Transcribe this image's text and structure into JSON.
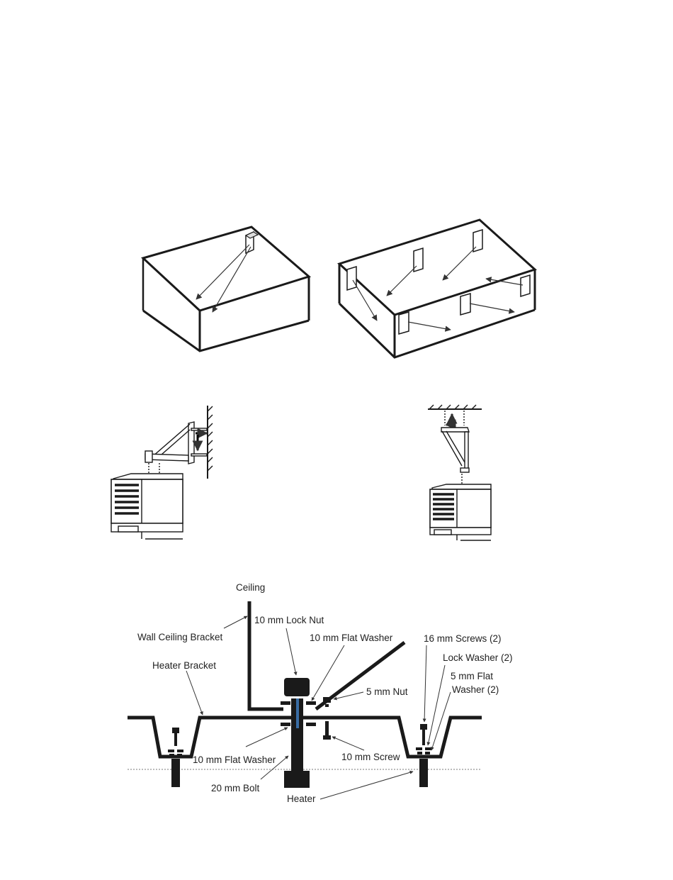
{
  "assembly_labels": {
    "ceiling": "Ceiling",
    "lock_nut_10mm": "10 mm Lock Nut",
    "wall_ceiling_bracket": "Wall Ceiling Bracket",
    "flat_washer_10mm_top": "10 mm Flat Washer",
    "screws_16mm": "16 mm Screws (2)",
    "heater_bracket": "Heater Bracket",
    "lock_washer": "Lock Washer (2)",
    "nut_5mm": "5 mm Nut",
    "flat_washer_5mm_line1": "5 mm Flat",
    "flat_washer_5mm_line2": "Washer (2)",
    "flat_washer_10mm_bottom": "10 mm Flat Washer",
    "screw_10mm": "10 mm Screw",
    "bolt_20mm": "20 mm Bolt",
    "heater": "Heater"
  },
  "colors": {
    "line": "#1a1a1a",
    "bolt_accent": "#3a6ea5",
    "dotted": "#777777"
  }
}
